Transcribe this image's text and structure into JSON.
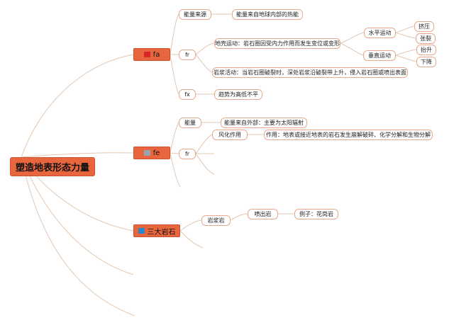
{
  "root": "塑造地表形态力量",
  "branches": {
    "fa": {
      "label": "fa",
      "energy": "能量来源",
      "energy_detail": "能量来自地球内部的热能",
      "fr": "fr",
      "crust": "地壳运动：岩石圈因受内力作用而发生变位或变形",
      "horizontal": "水平运动",
      "squeeze": "挤压",
      "tension": "张裂",
      "vertical": "垂直运动",
      "uplift": "抬升",
      "subside": "下降",
      "magma": "岩浆活动：当岩石圈破裂时，深处岩浆沿破裂带上升，侵入岩石圈或喷出表面",
      "fx": "fx",
      "trend": "趋势为高低不平"
    },
    "fe": {
      "label": "fe",
      "energy": "能量",
      "energy_detail": "能量来自外部：主要为太阳辐射",
      "fr": "fr",
      "weathering": "风化作用",
      "weathering_detail": "作用：地表或接近地表的岩石发生崩解破碎、化学分解和生物分解"
    },
    "rocks": {
      "label": "三大岩石",
      "igneous": "岩浆岩",
      "extrusive": "喷出岩",
      "example": "例子：花岗岩"
    }
  },
  "colors": {
    "accent": "#e8663e",
    "line": "#e2c7b2"
  }
}
